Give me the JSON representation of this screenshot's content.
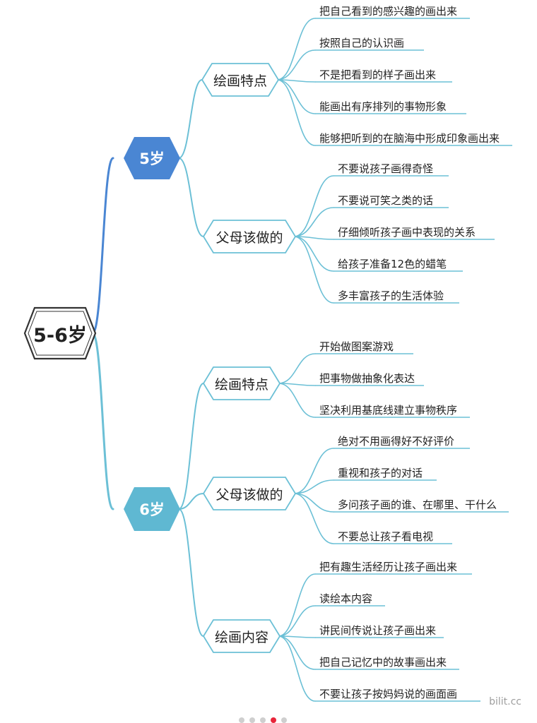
{
  "colors": {
    "blue": "#4a86d3",
    "blue_dark": "#3a72bd",
    "teal": "#6cc0d6",
    "teal_age": "#5fb8d2",
    "root_stroke": "#333333",
    "active_dot": "#e8253a"
  },
  "root": {
    "label": "5-6岁"
  },
  "ages": [
    {
      "label": "5岁",
      "groups": [
        {
          "label": "绘画特点",
          "items": [
            "把自己看到的感兴趣的画出来",
            "按照自己的认识画",
            "不是把看到的样子画出来",
            "能画出有序排列的事物形象",
            "能够把听到的在脑海中形成印象画出来"
          ]
        },
        {
          "label": "父母该做的",
          "items": [
            "不要说孩子画得奇怪",
            "不要说可笑之类的话",
            "仔细倾听孩子画中表现的关系",
            "给孩子准备12色的蜡笔",
            "多丰富孩子的生活体验"
          ]
        }
      ]
    },
    {
      "label": "6岁",
      "groups": [
        {
          "label": "绘画特点",
          "items": [
            "开始做图案游戏",
            "把事物做抽象化表达",
            "坚决利用基底线建立事物秩序"
          ]
        },
        {
          "label": "父母该做的",
          "items": [
            "绝对不用画得好不好评价",
            "重视和孩子的对话",
            "多问孩子画的谁、在哪里、干什么",
            "不要总让孩子看电视"
          ]
        },
        {
          "label": "绘画内容",
          "items": [
            "把有趣生活经历让孩子画出来",
            "读绘本内容",
            "讲民间传说让孩子画出来",
            "把自己记忆中的故事画出来",
            "不要让孩子按妈妈说的画面画"
          ]
        }
      ]
    }
  ],
  "watermark": "bilit.cc",
  "pager": {
    "total": 5,
    "active": 4
  }
}
